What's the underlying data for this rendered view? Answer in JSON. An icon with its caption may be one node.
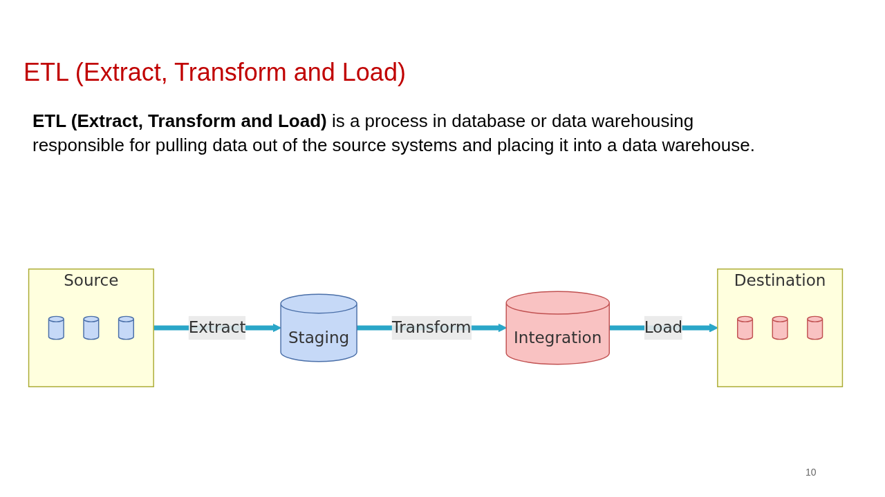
{
  "diagram": {
    "title": "ETL (Extract, Transform and Load)",
    "nodes": [
      {
        "text": [
          "Source"
        ]
      },
      {
        "text": [],
        "shape": "cylinder",
        "in": 0
      },
      {
        "text": [],
        "shape": "cylinder",
        "in": 0
      },
      {
        "text": [],
        "shape": "cylinder",
        "in": 0
      },
      {
        "text": [
          "Staging"
        ]
      },
      {
        "text": [
          "Integration"
        ]
      },
      {
        "text": [
          "Destination"
        ]
      },
      {
        "text": [],
        "shape": "cylinder",
        "in": 6
      },
      {
        "text": [],
        "shape": "cylinder",
        "in": 6
      },
      {
        "text": [],
        "shape": "cylinder",
        "in": 6
      }
    ],
    "edges": [
      {
        "from": 0,
        "to": 4,
        "arrow": "to",
        "label": "Extract"
      },
      {
        "from": 4,
        "to": 5,
        "arrow": "to",
        "label": "Transform"
      },
      {
        "from": 5,
        "to": 6,
        "arrow": "to",
        "label": "Load"
      }
    ],
    "labels": [
      "**ETL (Extract, Transform and Load)** is a process in database or data warehousing responsible for pulling data out of the source systems and placing it into a data warehouse.",
      "10"
    ]
  }
}
